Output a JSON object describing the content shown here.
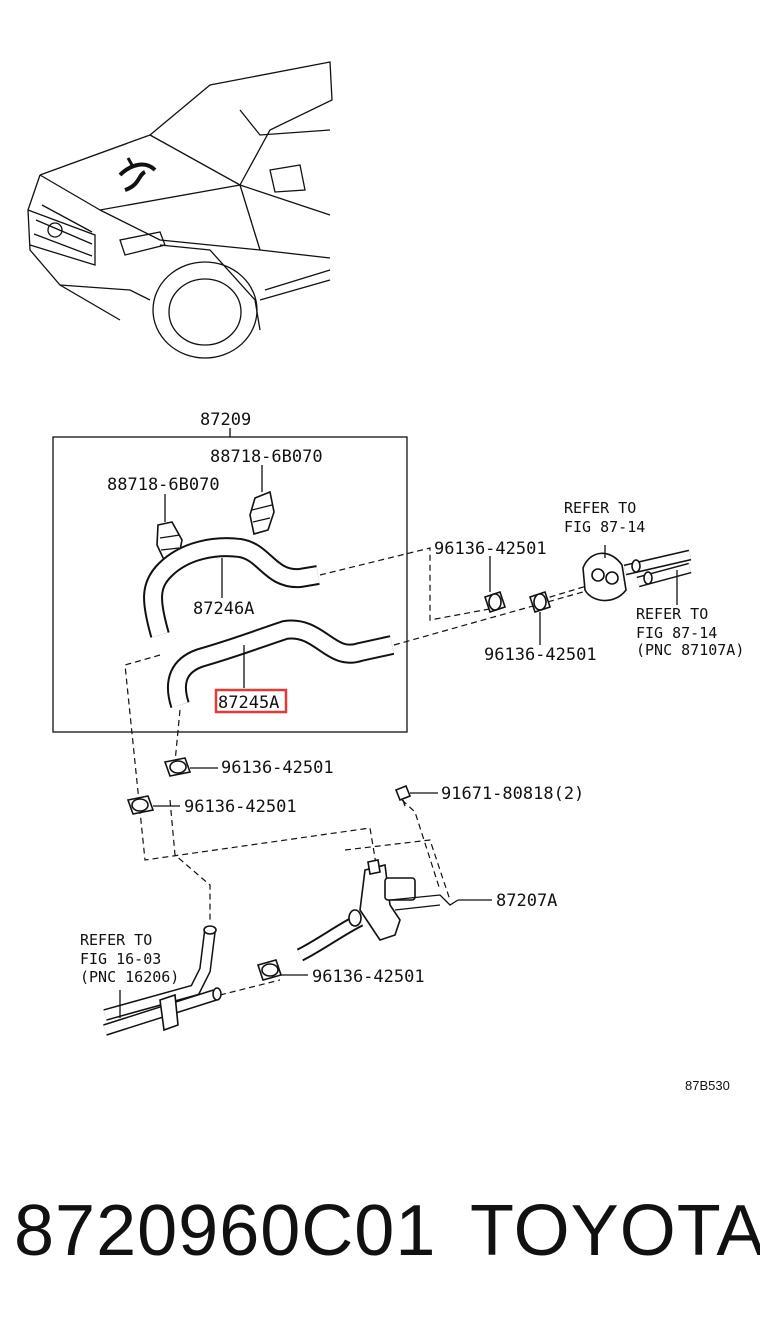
{
  "diagram": {
    "labels": {
      "assembly": "87209",
      "clip_upper": "88718-6B070",
      "clip_left": "88718-6B070",
      "hose_upper": "87246A",
      "hose_lower": "87245A",
      "clamp_top_right": "96136-42501",
      "clamp_mid_right": "96136-42501",
      "clamp_center": "96136-42501",
      "clamp_left": "96136-42501",
      "clamp_bottom": "96136-42501",
      "bolt": "91671-80818(2)",
      "valve": "87207A"
    },
    "refs": {
      "ref_top": [
        "REFER TO",
        "FIG 87-14"
      ],
      "ref_right": [
        "REFER TO",
        "FIG 87-14",
        "(PNC 87107A)"
      ],
      "ref_left": [
        "REFER TO",
        "FIG 16-03",
        "(PNC 16206)"
      ]
    },
    "illustration_code": "87B530",
    "highlight_color": "#e53935"
  },
  "footer": {
    "part_number": "8720960C01",
    "brand": "TOYOTA"
  }
}
